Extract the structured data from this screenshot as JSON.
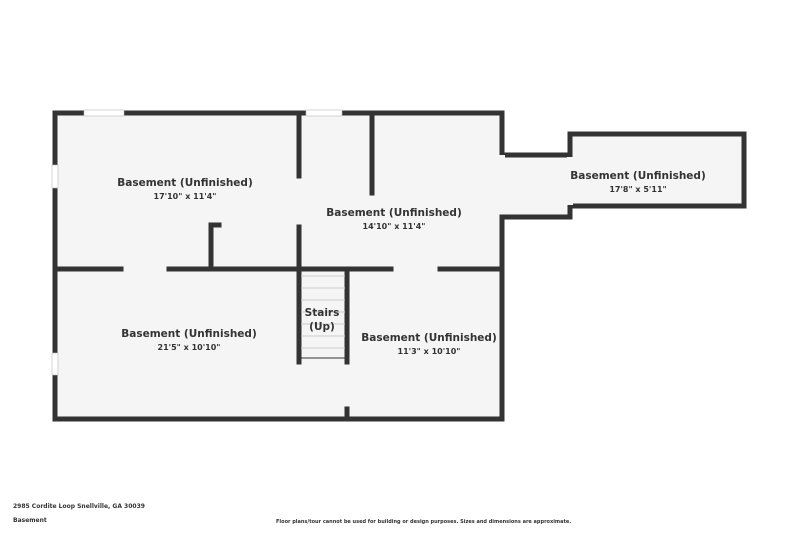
{
  "colors": {
    "wall": "#333333",
    "floor": "#f5f5f5"
  },
  "rooms": [
    {
      "name": "Basement (Unfinished)",
      "dims": "17'10\" x 11'4\""
    },
    {
      "name": "Basement (Unfinished)",
      "dims": "14'10\" x 11'4\""
    },
    {
      "name": "Basement (Unfinished)",
      "dims": "17'8\" x 5'11\""
    },
    {
      "name": "Basement (Unfinished)",
      "dims": "21'5\" x 10'10\""
    },
    {
      "name": "Basement (Unfinished)",
      "dims": "11'3\" x 10'10\""
    }
  ],
  "stairs": {
    "line1": "Stairs",
    "line2": "(Up)"
  },
  "footer": {
    "address": "2985 Cordite Loop Snellville, GA 30039",
    "floor": "Basement",
    "disclaimer": "Floor plans/tour cannot be used for building or design purposes. Sizes and dimensions are approximate."
  }
}
